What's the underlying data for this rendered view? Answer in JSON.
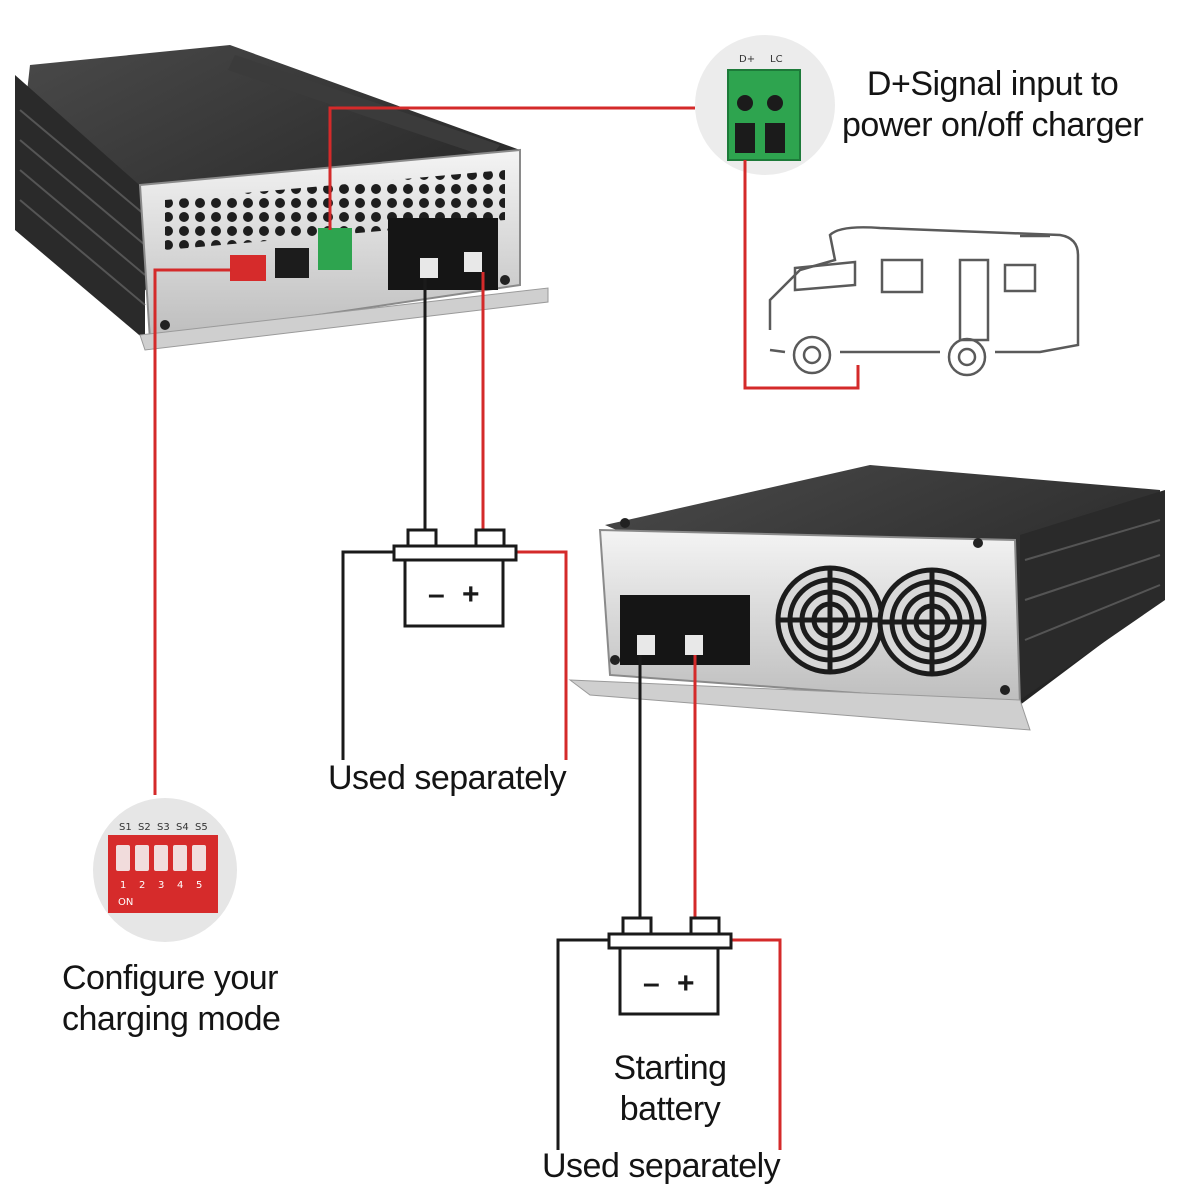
{
  "labels": {
    "d_signal": [
      "D+Signal input to",
      "power on/off charger"
    ],
    "configure": [
      "Configure your",
      "charging mode"
    ],
    "used_separately_top": "Used separately",
    "starting_battery": [
      "Starting",
      "battery"
    ],
    "used_separately_bottom": "Used separately"
  },
  "connector_pins": [
    "D+",
    "LC"
  ],
  "dip_switch": {
    "top_labels": [
      "S1",
      "S2",
      "S3",
      "S4",
      "S5"
    ],
    "numbers": [
      "1",
      "2",
      "3",
      "4",
      "5"
    ],
    "on_label": "ON"
  },
  "battery_symbols": {
    "minus": "–",
    "plus": "+"
  },
  "colors": {
    "positive_wire": "#d42a2a",
    "negative_wire": "#1a1a1a",
    "terminal_block": "#2ea44f",
    "dip_body": "#d62b2b"
  }
}
